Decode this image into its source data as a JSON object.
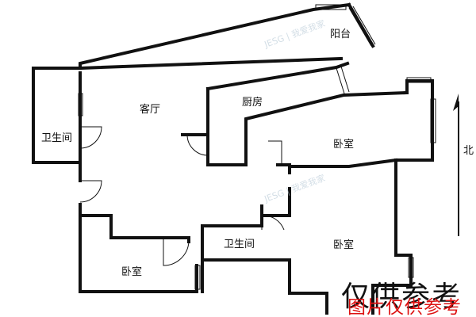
{
  "rooms": {
    "balcony": "阳台",
    "living_room": "客厅",
    "kitchen": "厨房",
    "bathroom_left": "卫生间",
    "bedroom_right": "卧室",
    "bathroom_center": "卫生间",
    "bedroom_center": "卧室",
    "bedroom_left": "卧室"
  },
  "compass": {
    "label": "北"
  },
  "watermarks": [
    "JESG | 我爱我家",
    "JESG | 我爱我家"
  ],
  "notes": {
    "reference_only": "仅供参考",
    "image_reference_only": "图片仅供参考"
  },
  "colors": {
    "wall": "#111111",
    "window": "#111111",
    "note_red": "#dd1111"
  }
}
